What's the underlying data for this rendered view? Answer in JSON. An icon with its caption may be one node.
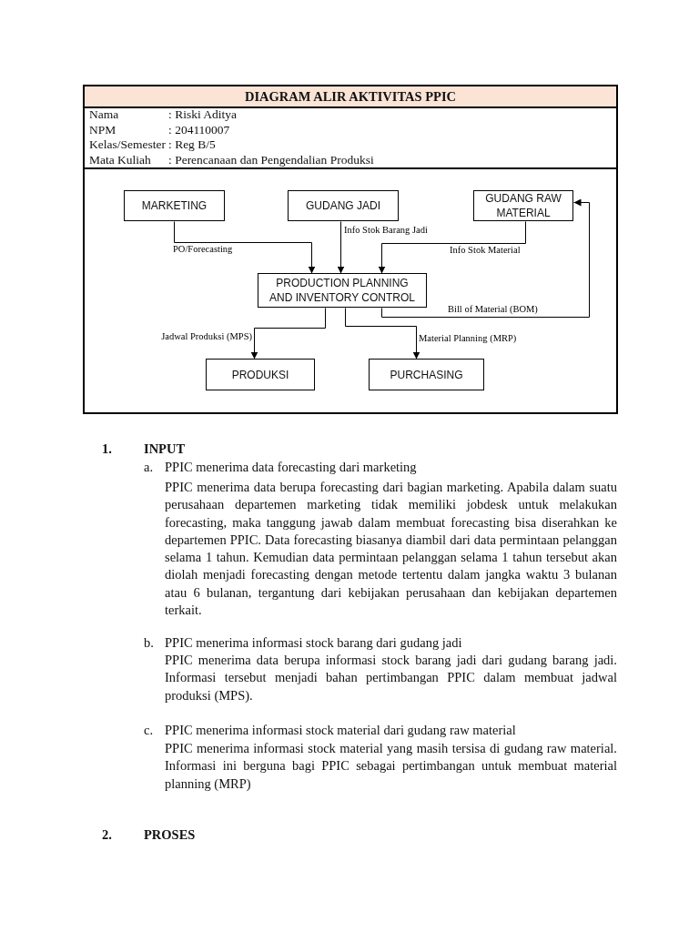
{
  "diagram": {
    "title": "DIAGRAM ALIR AKTIVITAS PPIC",
    "nodes": [
      {
        "text": [
          "MARKETING"
        ]
      },
      {
        "text": [
          "GUDANG JADI"
        ]
      },
      {
        "text": [
          "GUDANG RAW MATERIAL"
        ]
      },
      {
        "text": [
          "PRODUCTION PLANNING AND INVENTORY CONTROL"
        ]
      },
      {
        "text": [
          "PRODUKSI"
        ]
      },
      {
        "text": [
          "PURCHASING"
        ]
      }
    ],
    "edges": [
      {
        "from": 0,
        "to": 3,
        "arrow": "to",
        "label": "PO/Forecasting"
      },
      {
        "from": 1,
        "to": 3,
        "arrow": "to",
        "label": "Info Stok Barang Jadi"
      },
      {
        "from": 2,
        "to": 3,
        "arrow": "to",
        "label": "Info Stok Material"
      },
      {
        "from": 3,
        "to": 2,
        "arrow": "to",
        "label": "Bill of Material (BOM)"
      },
      {
        "from": 3,
        "to": 4,
        "arrow": "to",
        "label": "Jadwal Produksi (MPS)"
      },
      {
        "from": 3,
        "to": 5,
        "arrow": "to",
        "label": "Material Planning (MRP)"
      }
    ],
    "labels": [
      "Nama",
      ": Riski Aditya",
      "NPM",
      ": 204110007",
      "Kelas/Semester",
      ": Reg B/5",
      "Mata Kuliah",
      ": Perencanaan dan Pengendalian Produksi",
      "1.",
      "INPUT",
      "a.",
      "PPIC menerima data forecasting dari marketing",
      "PPIC menerima data berupa forecasting dari bagian marketing. Apabila dalam suatu perusahaan departemen marketing tidak memiliki jobdesk untuk melakukan forecasting, maka tanggung jawab dalam membuat forecasting bisa diserahkan ke departemen PPIC. Data forecasting biasanya diambil dari data permintaan pelanggan selama 1 tahun. Kemudian data permintaan pelanggan selama 1 tahun tersebut akan diolah menjadi forecasting dengan metode tertentu dalam jangka waktu 3 bulanan atau 6 bulanan, tergantung dari kebijakan perusahaan dan kebijakan departemen terkait.",
      "b.",
      "PPIC menerima informasi stock barang dari gudang jadi",
      "PPIC menerima data berupa informasi stock barang jadi dari gudang barang jadi. Informasi tersebut menjadi bahan pertimbangan PPIC dalam membuat jadwal produksi (MPS).",
      "c.",
      "PPIC menerima informasi stock material dari gudang raw material",
      "PPIC menerima informasi stock material yang masih tersisa di gudang raw material. Informasi ini berguna bagi PPIC sebagai pertimbangan untuk membuat material planning (MRP)",
      "2.",
      "PROSES"
    ]
  }
}
